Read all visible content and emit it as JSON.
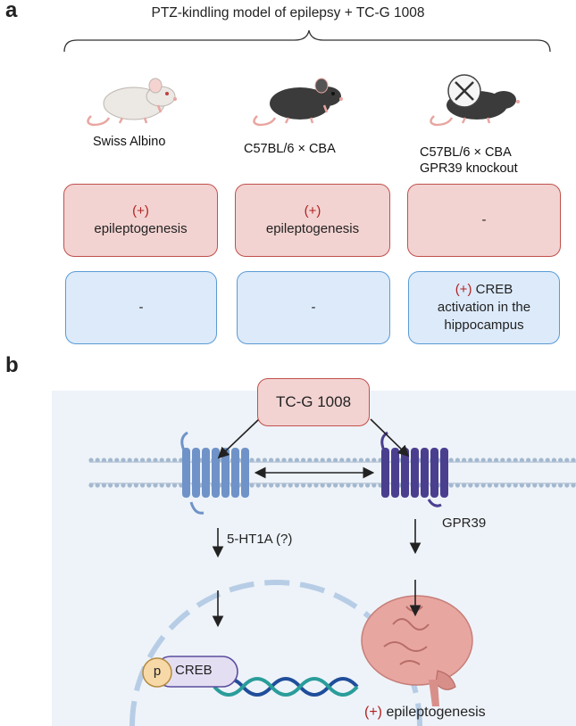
{
  "panel_a": {
    "label": "a",
    "title": "PTZ-kindling model of epilepsy + TC-G 1008",
    "strains": [
      {
        "line1": "Swiss Albino",
        "line2": ""
      },
      {
        "line1": "C57BL/6 × CBA",
        "line2": ""
      },
      {
        "line1": "C57BL/6 × CBA",
        "line2": "GPR39 knockout"
      }
    ],
    "row1": [
      {
        "plus": "(+)",
        "text": "epileptogenesis"
      },
      {
        "plus": "(+)",
        "text": "epileptogenesis"
      },
      {
        "plus": "",
        "text": "-"
      }
    ],
    "row2": [
      {
        "text": "-"
      },
      {
        "text": "-"
      },
      {
        "plus": "(+)",
        "line1": "CREB",
        "line2": "activation in the",
        "line3": "hippocampus"
      }
    ]
  },
  "panel_b": {
    "label": "b",
    "drug": "TC-G 1008",
    "receptor_left": "5-HT1A (?)",
    "receptor_right": "GPR39",
    "phospho": "p",
    "creb": "CREB",
    "outcome_plus": "(+)",
    "outcome_text": "epileptogenesis"
  },
  "colors": {
    "pink_fill": "#f2d3d1",
    "pink_border": "#c0504d",
    "blue_fill": "#dceafa",
    "blue_border": "#5b9bd5",
    "plus_red": "#b22222",
    "receptor_light": "#6f93c8",
    "receptor_dark": "#4a3f8f",
    "brain": "#e8a6a1"
  }
}
